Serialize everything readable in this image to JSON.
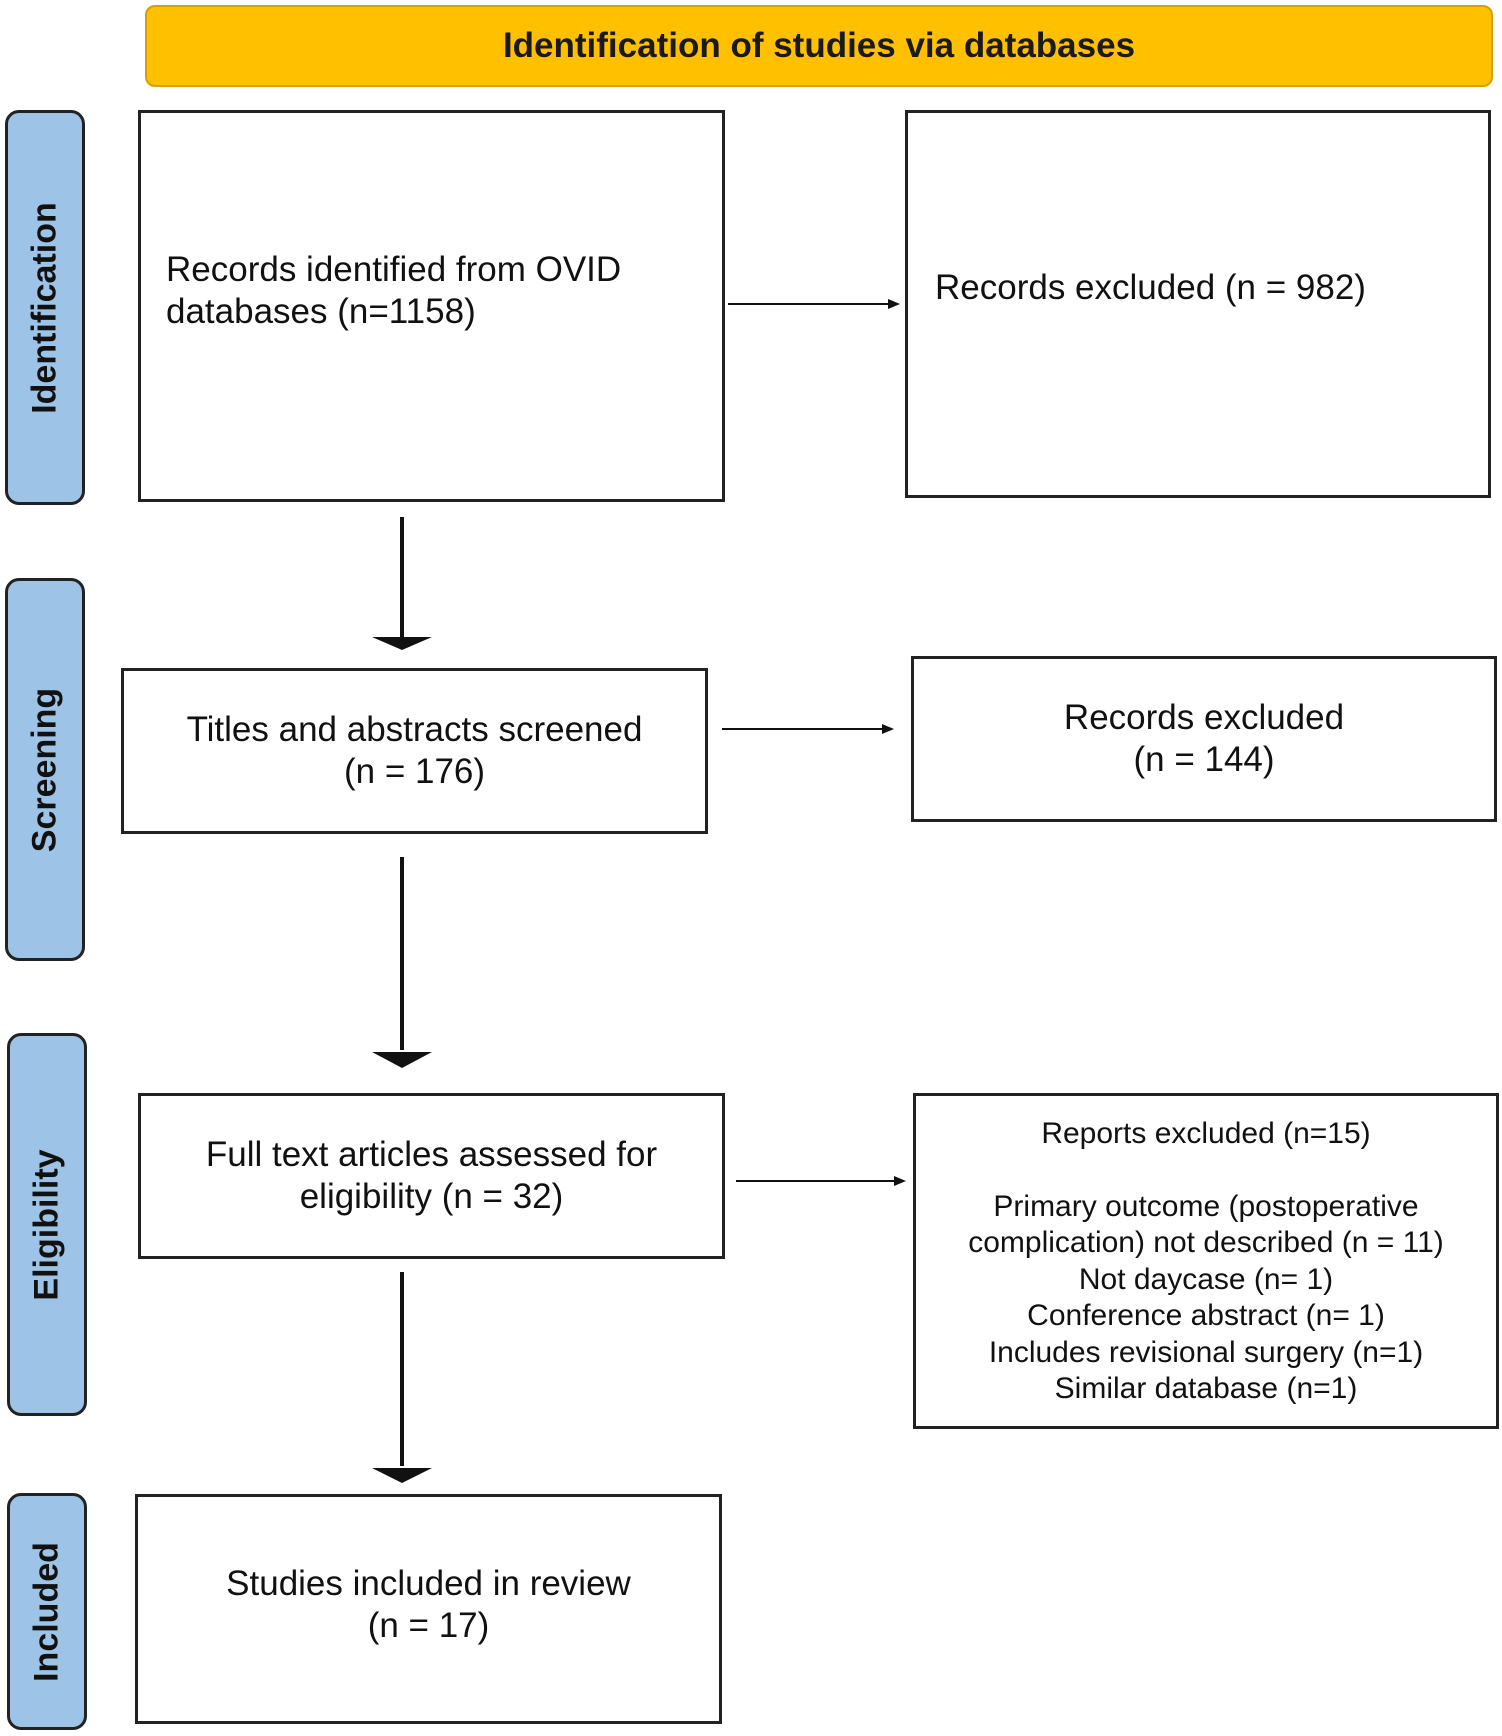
{
  "header": {
    "title": "Identification of studies via databases"
  },
  "phases": {
    "identification": "Identification",
    "screening": "Screening",
    "eligibility": "Eligibility",
    "included": "Included"
  },
  "identification": {
    "records_identified": [
      "Records identified from OVID",
      "databases (n=1158)"
    ],
    "records_excluded": "Records excluded (n = 982)"
  },
  "screening": {
    "screened": [
      "Titles and abstracts screened",
      "(n = 176)"
    ],
    "excluded": [
      "Records excluded",
      "(n = 144)"
    ]
  },
  "eligibility": {
    "assessed": [
      "Full text articles assessed for",
      "eligibility (n = 32)"
    ],
    "reports_excluded_title": "Reports excluded (n=15)",
    "reasons": [
      "Primary outcome (postoperative",
      "complication) not described (n = 11)",
      "Not daycase (n= 1)",
      "Conference abstract (n= 1)",
      "Includes revisional surgery (n=1)",
      "Similar database (n=1)"
    ]
  },
  "included": {
    "studies": [
      "Studies included in review",
      "(n = 17)"
    ]
  },
  "colors": {
    "banner": "#FFC000",
    "phase": "#9DC3E6",
    "stroke": "#222222"
  }
}
